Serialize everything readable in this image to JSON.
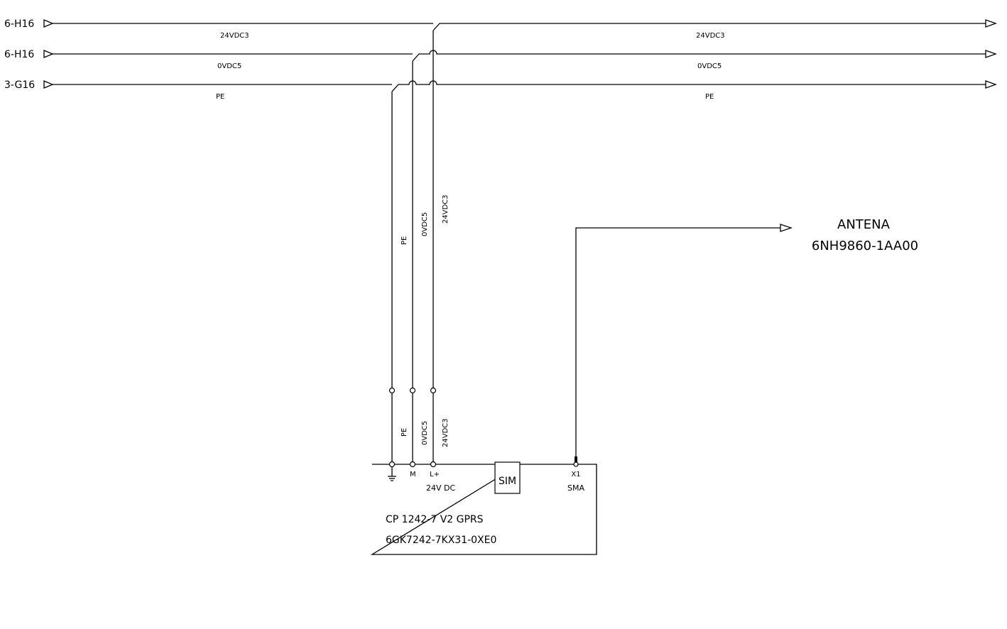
{
  "bus_refs": [
    "6-H16",
    "6-H16",
    "3-G16"
  ],
  "bus_labels": [
    "24VDC3",
    "0VDC5",
    "PE"
  ],
  "wire_labels": [
    "PE",
    "0VDC5",
    "24VDC3"
  ],
  "terminals": {
    "pe": "",
    "m": "M",
    "lplus": "L+",
    "supply": "24V DC",
    "x1": "X1",
    "sma": "SMA"
  },
  "sim_label": "SIM",
  "module": {
    "name": "CP 1242-7 V2 GPRS",
    "part": "6GK7242-7KX31-0XE0"
  },
  "antenna": {
    "name": "ANTENA",
    "part": "6NH9860-1AA00"
  }
}
